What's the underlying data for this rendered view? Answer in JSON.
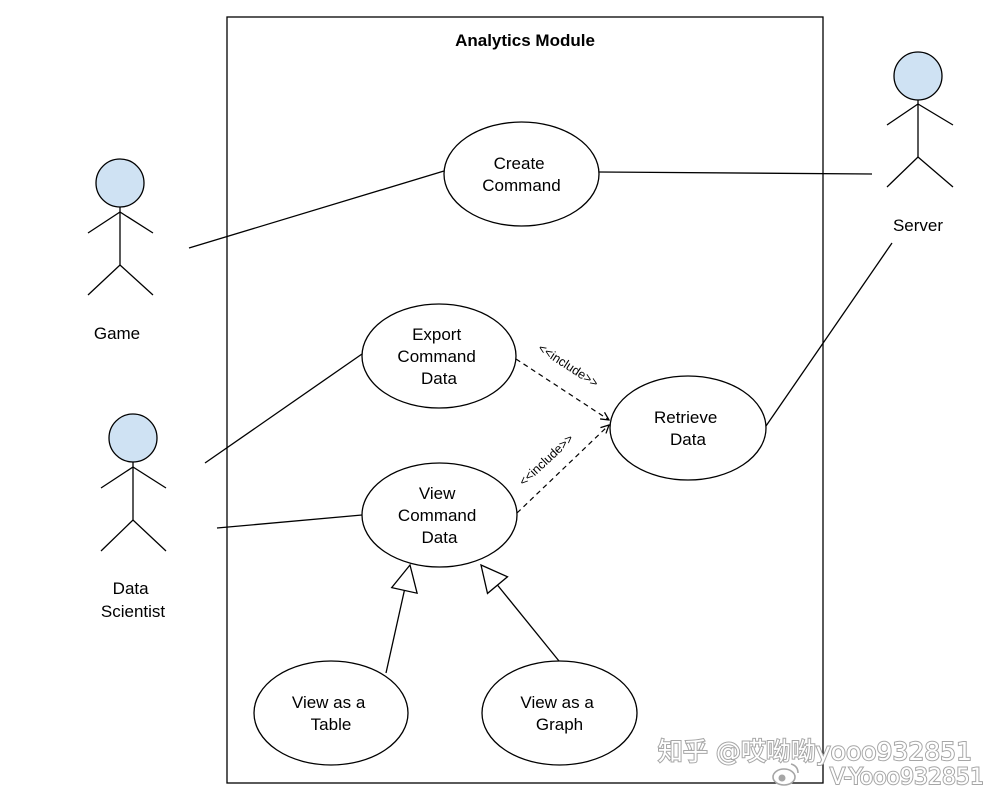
{
  "system": {
    "title": "Analytics Module"
  },
  "actors": {
    "game": {
      "label": "Game"
    },
    "data_scientist": {
      "label": [
        "Data",
        "Scientist"
      ]
    },
    "server": {
      "label": "Server"
    }
  },
  "use_cases": {
    "create_command": [
      "Create",
      "Command"
    ],
    "export_command_data": [
      "Export",
      "Command",
      "Data"
    ],
    "retrieve_data": [
      "Retrieve",
      "Data"
    ],
    "view_command_data": [
      "View",
      "Command",
      "Data"
    ],
    "view_as_table": [
      "View as a",
      "Table"
    ],
    "view_as_graph": [
      "View as a",
      "Graph"
    ]
  },
  "relationships": {
    "export_to_retrieve": {
      "stereotype": "<<include>>"
    },
    "view_to_retrieve": {
      "stereotype": "<<include>>"
    }
  },
  "colors": {
    "actor_head_fill": "#cfe2f3"
  },
  "watermark": {
    "zhihu": "知乎 @哎呦呦yooo932851",
    "weibo": "V-Yooo932851",
    "weibo_icon": "weibo-icon"
  }
}
